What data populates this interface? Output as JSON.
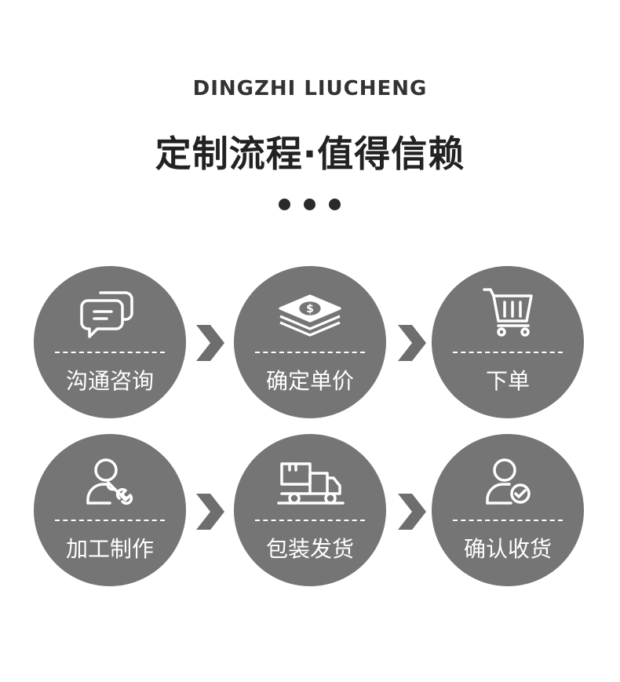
{
  "header": {
    "subtitle": "DINGZHI LIUCHENG",
    "title": "定制流程·值得信赖"
  },
  "steps": [
    {
      "label": "沟通咨询",
      "icon": "chat-bubbles-icon"
    },
    {
      "label": "确定单价",
      "icon": "money-stack-icon"
    },
    {
      "label": "下单",
      "icon": "shopping-cart-icon"
    },
    {
      "label": "加工制作",
      "icon": "worker-wrench-icon"
    },
    {
      "label": "包装发货",
      "icon": "delivery-truck-icon"
    },
    {
      "label": "确认收货",
      "icon": "user-check-icon"
    }
  ],
  "colors": {
    "circle": "#757575",
    "arrow": "#6e6e6e",
    "text_dark": "#222222",
    "icon_line": "#ffffff"
  }
}
